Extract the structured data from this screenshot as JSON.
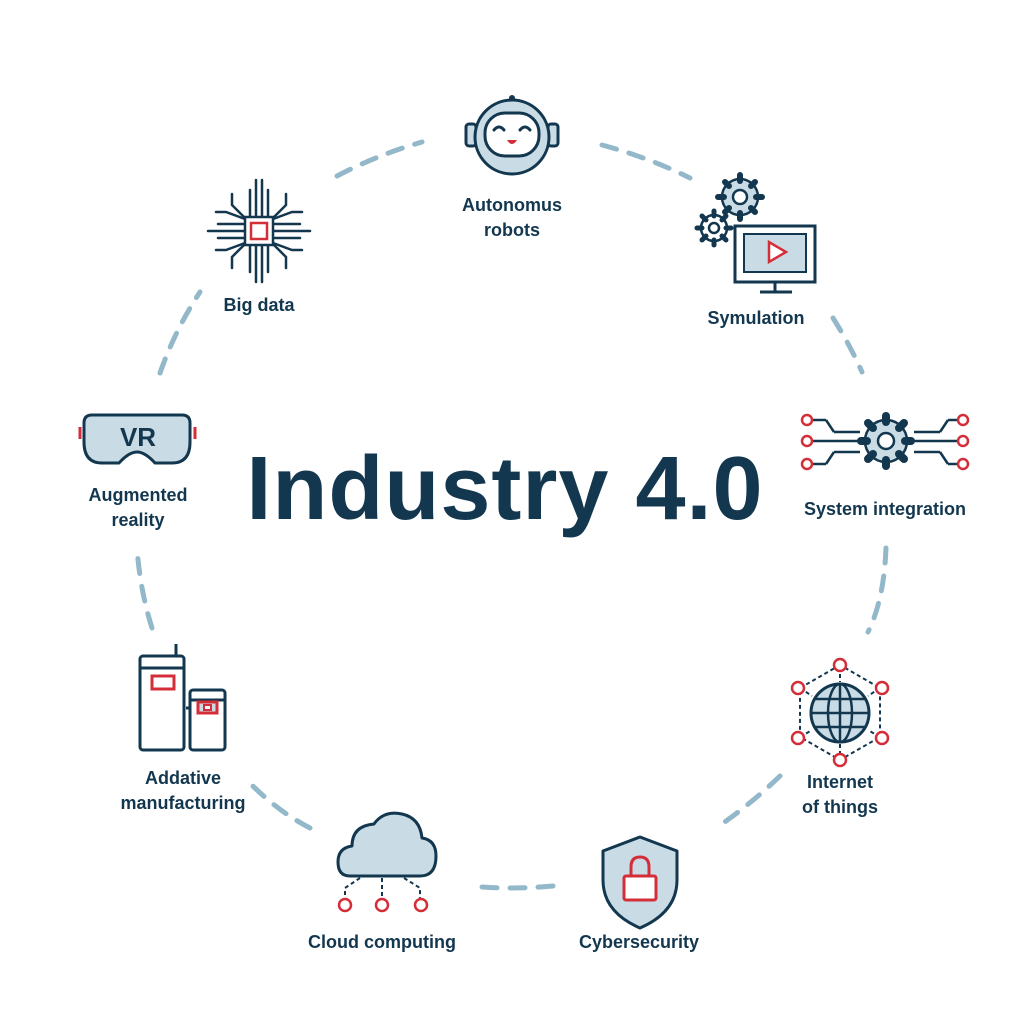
{
  "title": "Industry 4.0",
  "colors": {
    "navy": "#12374f",
    "light_blue": "#c9dce6",
    "red": "#d42e39",
    "dashes": "#93b8c9"
  },
  "nodes": [
    {
      "id": "autonomous-robots",
      "label": "Autonomus\nrobots",
      "icon": "robot-icon"
    },
    {
      "id": "simulation",
      "label": "Symulation",
      "icon": "monitor-gears-icon"
    },
    {
      "id": "system-integration",
      "label": "System integration",
      "icon": "gear-circuit-icon"
    },
    {
      "id": "internet-of-things",
      "label": "Internet\nof things",
      "icon": "globe-network-icon"
    },
    {
      "id": "cybersecurity",
      "label": "Cybersecurity",
      "icon": "shield-lock-icon"
    },
    {
      "id": "cloud-computing",
      "label": "Cloud computing",
      "icon": "cloud-network-icon"
    },
    {
      "id": "additive-manufacturing",
      "label": "Addative\nmanufacturing",
      "icon": "3d-printer-icon"
    },
    {
      "id": "augmented-reality",
      "label": "Augmented\nreality",
      "icon": "vr-headset-icon",
      "icon_text": "VR"
    },
    {
      "id": "big-data",
      "label": "Big data",
      "icon": "chip-icon"
    }
  ]
}
